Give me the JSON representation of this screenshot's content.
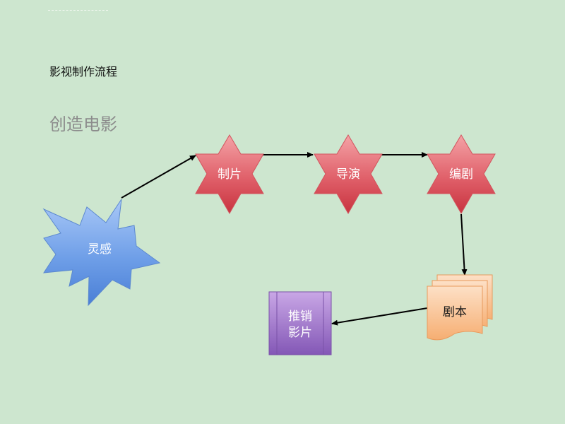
{
  "title": "影视制作流程",
  "subtitle": "创造电影",
  "nodes": {
    "inspiration": "灵感",
    "production": "制片",
    "director": "导演",
    "screenwriter": "编剧",
    "script": "剧本",
    "marketing_line1": "推销",
    "marketing_line2": "影片"
  },
  "colors": {
    "background": "#cde6cf",
    "star_blue": "#6f9fe8",
    "star_red": "#e0606a",
    "document_orange": "#f9c08e",
    "process_purple": "#9a6cc4",
    "arrow": "#000000"
  }
}
